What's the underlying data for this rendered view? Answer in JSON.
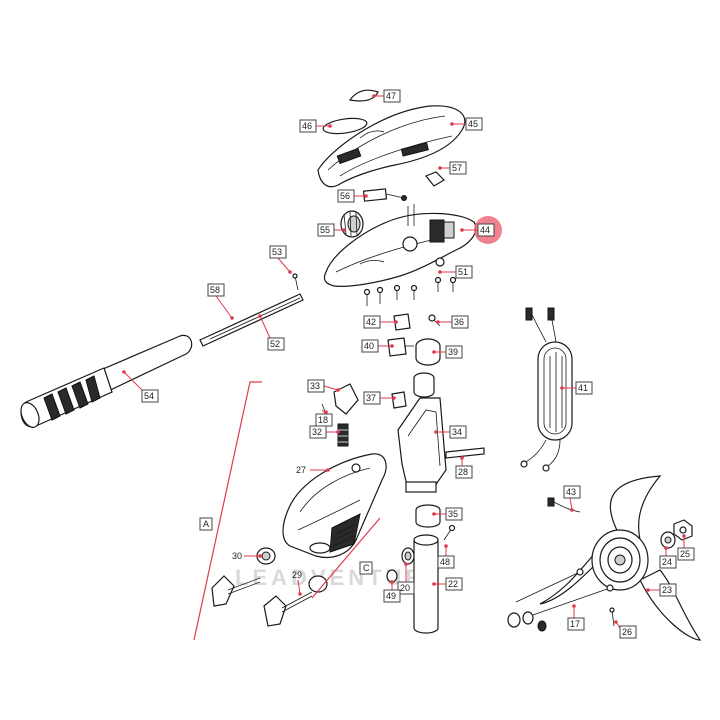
{
  "colors": {
    "leader": "#e03a4e",
    "highlight": "#f06b7d",
    "ink": "#1a1a1a"
  },
  "watermark": "LEADVENTURE",
  "callouts": [
    {
      "id": "c47",
      "label": "47"
    },
    {
      "id": "c46",
      "label": "46"
    },
    {
      "id": "c45",
      "label": "45"
    },
    {
      "id": "c57",
      "label": "57"
    },
    {
      "id": "c56",
      "label": "56"
    },
    {
      "id": "c55",
      "label": "55"
    },
    {
      "id": "c44",
      "label": "44",
      "highlighted": true
    },
    {
      "id": "c53",
      "label": "53"
    },
    {
      "id": "c51",
      "label": "51"
    },
    {
      "id": "c58",
      "label": "58"
    },
    {
      "id": "c52",
      "label": "52"
    },
    {
      "id": "c54",
      "label": "54"
    },
    {
      "id": "c42",
      "label": "42"
    },
    {
      "id": "c36",
      "label": "36"
    },
    {
      "id": "c40",
      "label": "40"
    },
    {
      "id": "c39",
      "label": "39"
    },
    {
      "id": "c41",
      "label": "41"
    },
    {
      "id": "c33",
      "label": "33"
    },
    {
      "id": "c37",
      "label": "37"
    },
    {
      "id": "c18",
      "label": "18"
    },
    {
      "id": "c32",
      "label": "32"
    },
    {
      "id": "c34",
      "label": "34"
    },
    {
      "id": "c27",
      "label": "27"
    },
    {
      "id": "c28",
      "label": "28"
    },
    {
      "id": "c43",
      "label": "43"
    },
    {
      "id": "cA",
      "label": "A"
    },
    {
      "id": "c35",
      "label": "35"
    },
    {
      "id": "c30",
      "label": "30"
    },
    {
      "id": "c48",
      "label": "48"
    },
    {
      "id": "cC",
      "label": "C"
    },
    {
      "id": "c29",
      "label": "29"
    },
    {
      "id": "c20",
      "label": "20"
    },
    {
      "id": "c49",
      "label": "49"
    },
    {
      "id": "c22",
      "label": "22"
    },
    {
      "id": "c24",
      "label": "24"
    },
    {
      "id": "c25",
      "label": "25"
    },
    {
      "id": "c23",
      "label": "23"
    },
    {
      "id": "c17",
      "label": "17"
    },
    {
      "id": "c26",
      "label": "26"
    }
  ]
}
